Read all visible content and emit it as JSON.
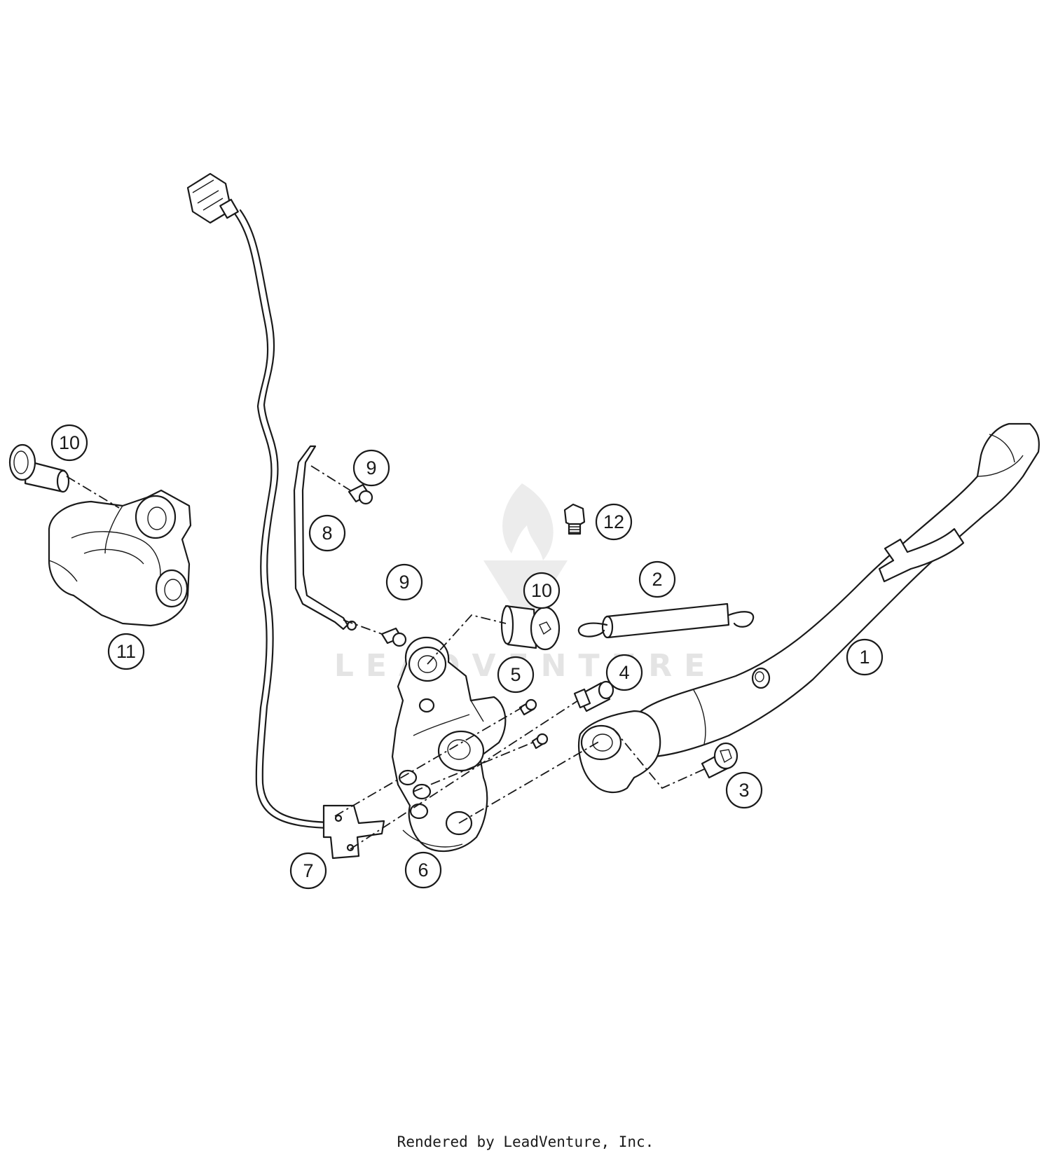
{
  "diagram": {
    "watermark": "LEADVENTURE",
    "credit": "Rendered by LeadVenture, Inc.",
    "callouts": [
      {
        "id": "callout-1",
        "label": "1"
      },
      {
        "id": "callout-2",
        "label": "2"
      },
      {
        "id": "callout-3",
        "label": "3"
      },
      {
        "id": "callout-4",
        "label": "4"
      },
      {
        "id": "callout-5",
        "label": "5"
      },
      {
        "id": "callout-6",
        "label": "6"
      },
      {
        "id": "callout-7",
        "label": "7"
      },
      {
        "id": "callout-8",
        "label": "8"
      },
      {
        "id": "callout-9-upper",
        "label": "9"
      },
      {
        "id": "callout-9-lower",
        "label": "9"
      },
      {
        "id": "callout-10-left",
        "label": "10"
      },
      {
        "id": "callout-10-center",
        "label": "10"
      },
      {
        "id": "callout-11",
        "label": "11"
      },
      {
        "id": "callout-12",
        "label": "12"
      }
    ]
  }
}
